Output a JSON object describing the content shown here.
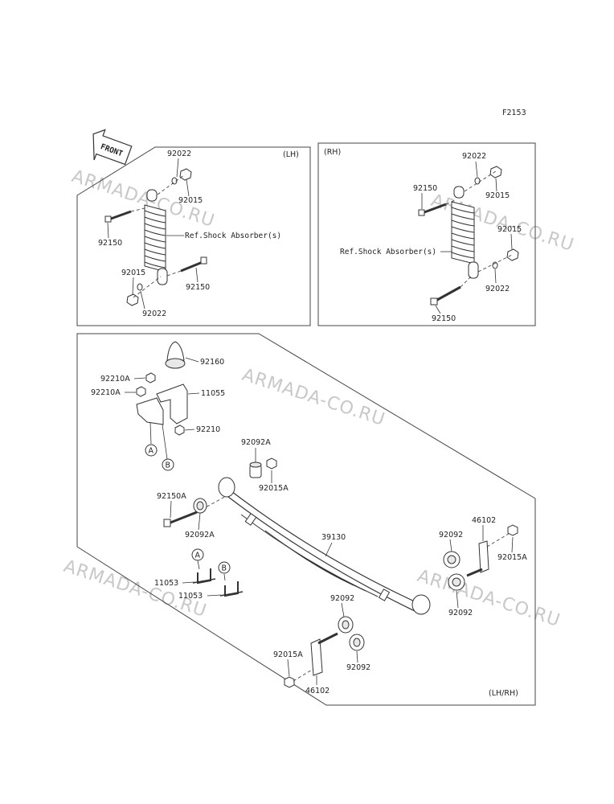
{
  "figure_code": "F2153",
  "front_label": "FRONT",
  "watermark": "ARMADA-CO.RU",
  "panels": {
    "lh": {
      "tag": "(LH)",
      "ref_text": "Ref.Shock Absorber(s)",
      "labels": [
        "92022",
        "92015",
        "92150",
        "92015",
        "92022",
        "92150"
      ]
    },
    "rh": {
      "tag": "(RH)",
      "ref_text": "Ref.Shock Absorber(s)",
      "labels": [
        "92022",
        "92150",
        "92015",
        "92015",
        "92022",
        "92150"
      ]
    },
    "spring": {
      "tag": "(LH/RH)",
      "labels": [
        "92160",
        "92210A",
        "92210A",
        "11055",
        "92210",
        "A",
        "B",
        "92092A",
        "92015A",
        "92150A",
        "92092A",
        "39130",
        "46102",
        "92092",
        "92015A",
        "92092",
        "A",
        "B",
        "11053",
        "11053",
        "92092",
        "92015A",
        "92092",
        "46102"
      ]
    }
  }
}
